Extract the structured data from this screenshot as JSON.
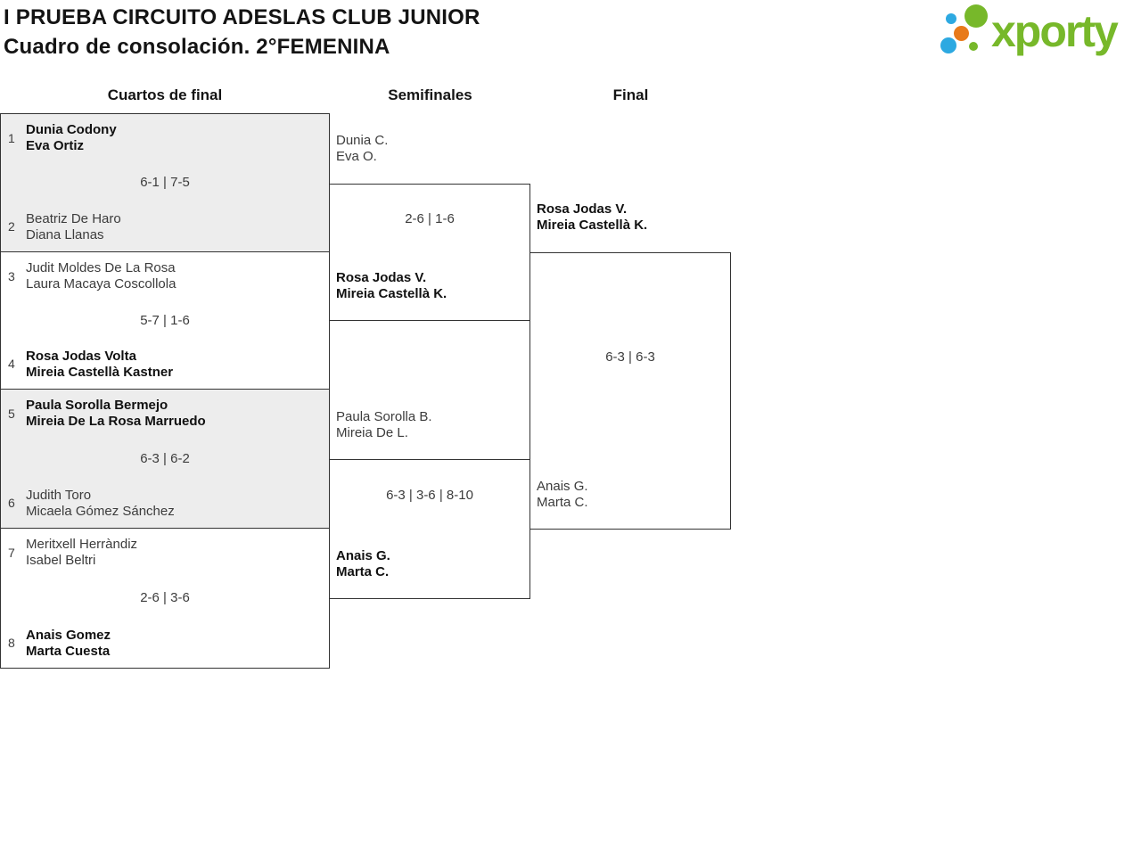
{
  "title": {
    "line1": "I PRUEBA CIRCUITO ADESLAS CLUB JUNIOR",
    "line2": "Cuadro de consolación. 2°FEMENINA"
  },
  "logo": {
    "text": "xporty",
    "colors": {
      "green": "#77b82a",
      "blue": "#2da9e1",
      "orange": "#e87a1a"
    }
  },
  "rounds": [
    {
      "label": "Cuartos de final"
    },
    {
      "label": "Semifinales"
    },
    {
      "label": "Final"
    }
  ],
  "bracket": {
    "quarterfinals": [
      {
        "seed1": "1",
        "team1": {
          "p1": "Dunia Codony",
          "p2": "Eva Ortiz",
          "winner": true
        },
        "score": "6-1 | 7-5",
        "seed2": "2",
        "team2": {
          "p1": "Beatriz De Haro",
          "p2": "Diana Llanas",
          "winner": false
        }
      },
      {
        "seed1": "3",
        "team1": {
          "p1": "Judit Moldes De La Rosa",
          "p2": "Laura Macaya Coscollola",
          "winner": false
        },
        "score": "5-7 | 1-6",
        "seed2": "4",
        "team2": {
          "p1": "Rosa Jodas Volta",
          "p2": "Mireia Castellà Kastner",
          "winner": true
        }
      },
      {
        "seed1": "5",
        "team1": {
          "p1": "Paula Sorolla Bermejo",
          "p2": "Mireia De La Rosa Marruedo",
          "winner": true
        },
        "score": "6-3 | 6-2",
        "seed2": "6",
        "team2": {
          "p1": "Judith Toro",
          "p2": "Micaela Gómez Sánchez",
          "winner": false
        }
      },
      {
        "seed1": "7",
        "team1": {
          "p1": "Meritxell Herràndiz",
          "p2": "Isabel Beltri",
          "winner": false
        },
        "score": "2-6 | 3-6",
        "seed2": "8",
        "team2": {
          "p1": "Anais Gomez",
          "p2": "Marta Cuesta",
          "winner": true
        }
      }
    ],
    "semifinals": [
      {
        "team1": {
          "p1": "Dunia C.",
          "p2": "Eva O.",
          "winner": false
        },
        "score": "2-6 | 1-6",
        "team2": {
          "p1": "Rosa Jodas V.",
          "p2": "Mireia Castellà K.",
          "winner": true
        }
      },
      {
        "team1": {
          "p1": "Paula Sorolla B.",
          "p2": "Mireia De L.",
          "winner": false
        },
        "score": "6-3 | 3-6 | 8-10",
        "team2": {
          "p1": "Anais G.",
          "p2": "Marta C.",
          "winner": true
        }
      }
    ],
    "final": {
      "team1": {
        "p1": "Rosa Jodas V.",
        "p2": "Mireia Castellà K.",
        "winner": true
      },
      "score": "6-3 | 6-3",
      "team2": {
        "p1": "Anais G.",
        "p2": "Marta C.",
        "winner": false
      }
    }
  }
}
